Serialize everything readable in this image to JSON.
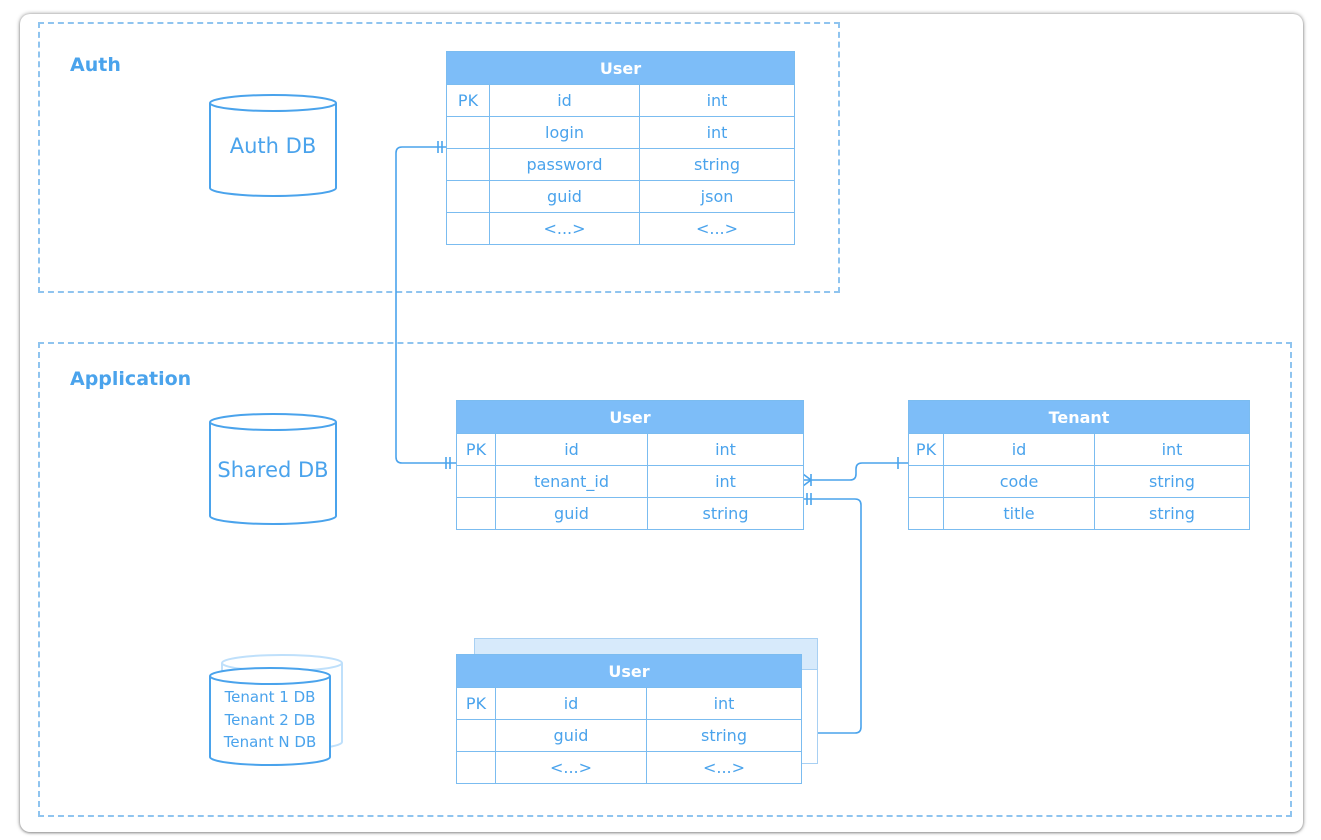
{
  "groups": {
    "auth": {
      "label": "Auth"
    },
    "application": {
      "label": "Application"
    }
  },
  "databases": {
    "auth_db": "Auth DB",
    "shared_db": "Shared DB",
    "tenant_dbs": [
      "Tenant 1 DB",
      "Tenant 2 DB",
      "Tenant N DB"
    ]
  },
  "tables": {
    "auth_user": {
      "title": "User",
      "rows": [
        {
          "key": "PK",
          "name": "id",
          "type": "int"
        },
        {
          "key": "",
          "name": "login",
          "type": "int"
        },
        {
          "key": "",
          "name": "password",
          "type": "string"
        },
        {
          "key": "",
          "name": "guid",
          "type": "json"
        },
        {
          "key": "",
          "name": "<...>",
          "type": "<...>"
        }
      ]
    },
    "shared_user": {
      "title": "User",
      "rows": [
        {
          "key": "PK",
          "name": "id",
          "type": "int"
        },
        {
          "key": "",
          "name": "tenant_id",
          "type": "int"
        },
        {
          "key": "",
          "name": "guid",
          "type": "string"
        }
      ]
    },
    "tenant": {
      "title": "Tenant",
      "rows": [
        {
          "key": "PK",
          "name": "id",
          "type": "int"
        },
        {
          "key": "",
          "name": "code",
          "type": "string"
        },
        {
          "key": "",
          "name": "title",
          "type": "string"
        }
      ]
    },
    "tenant_user": {
      "title": "User",
      "rows": [
        {
          "key": "PK",
          "name": "id",
          "type": "int"
        },
        {
          "key": "",
          "name": "guid",
          "type": "string"
        },
        {
          "key": "",
          "name": "<...>",
          "type": "<...>"
        }
      ]
    }
  },
  "colors": {
    "accent": "#4aa3ec",
    "header_fill": "#7dbdf8",
    "border": "#7bbcf0",
    "dashed": "#8fc4ef"
  }
}
